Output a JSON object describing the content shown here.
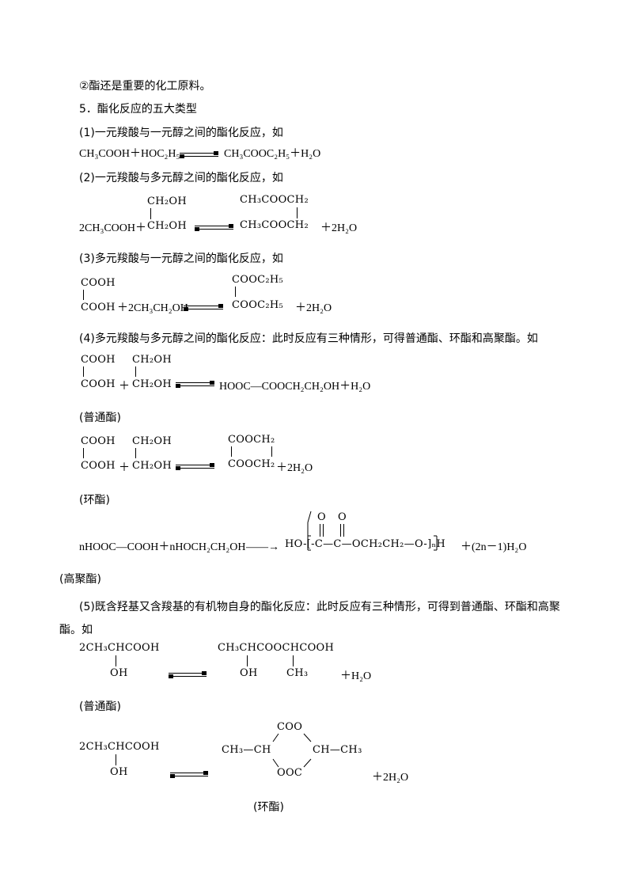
{
  "l1": "②酯还是重要的化工原料。",
  "l2": "5．酯化反应的五大类型",
  "s1": {
    "title": "(1)一元羧酸与一元醇之间的酯化反应，如",
    "lhs": "CH₃COOH＋HOC₂H₅",
    "rhs": "CH₃COOC₂H₅＋H₂O"
  },
  "s2": {
    "title": "(2)一元羧酸与多元醇之间的酯化反应，如",
    "lhs": "2CH₃COOH＋",
    "alc_top": "CH₂OH",
    "alc_bot": "CH₂OH",
    "pr_top": "CH₃COOCH₂",
    "pr_bot": "CH₃COOCH₂",
    "water": "＋2H₂O"
  },
  "s3": {
    "title": "(3)多元羧酸与一元醇之间的酯化反应，如",
    "acid_top": "COOH",
    "acid_bot": "COOH",
    "reagent": "＋2CH₃CH₂OH",
    "pr_top": "COOC₂H₅",
    "pr_bot": "COOC₂H₅",
    "water": "＋2H₂O"
  },
  "s4": {
    "title": "(4)多元羧酸与多元醇之间的酯化反应：此时反应有三种情形，可得普通酯、环酯和高聚酯。如",
    "acid_top": "COOH",
    "acid_bot": "COOH",
    "plus": "＋",
    "alc_top": "CH₂OH",
    "alc_bot": "CH₂OH",
    "prod1": "HOOC—COOCH₂CH₂OH＋H₂O",
    "label1": "(普通酯)",
    "pr2_top": "COOCH₂",
    "pr2_bot": "COOCH₂",
    "water2": "＋2H₂O",
    "label2": "(环酯)",
    "poly_lhs": "nHOOC—COOH＋nHOCH₂CH₂OH",
    "poly_arrow": "——→",
    "poly_o1": "O",
    "poly_o2": "O",
    "poly_main": "HO-[-C—C—OCH₂CH₂—O-]ₙH",
    "poly_water": "＋(2n－1)H₂O",
    "label3": "(高聚酯)"
  },
  "s5": {
    "title1": "(5)既含羟基又含羧基的有机物自身的酯化反应：此时反应有三种情形，可得到普通酯、环酯和高聚",
    "title2": "酯。如",
    "r1_top": "2CH₃CHCOOH",
    "r1_oh": "OH",
    "p1_top": "CH₃CHCOOCHCOOH",
    "p1_oh": "OH",
    "p1_ch3": "CH₃",
    "water1": "＋H₂O",
    "label1": "(普通酯)",
    "r2_top": "2CH₃CHCOOH",
    "r2_oh": "OH",
    "ring_top": "COO",
    "ring_left": "CH₃—CH",
    "ring_right": "CH—CH₃",
    "ring_bot": "OOC",
    "water2": "＋2H₂O",
    "label2": "(环酯)"
  }
}
